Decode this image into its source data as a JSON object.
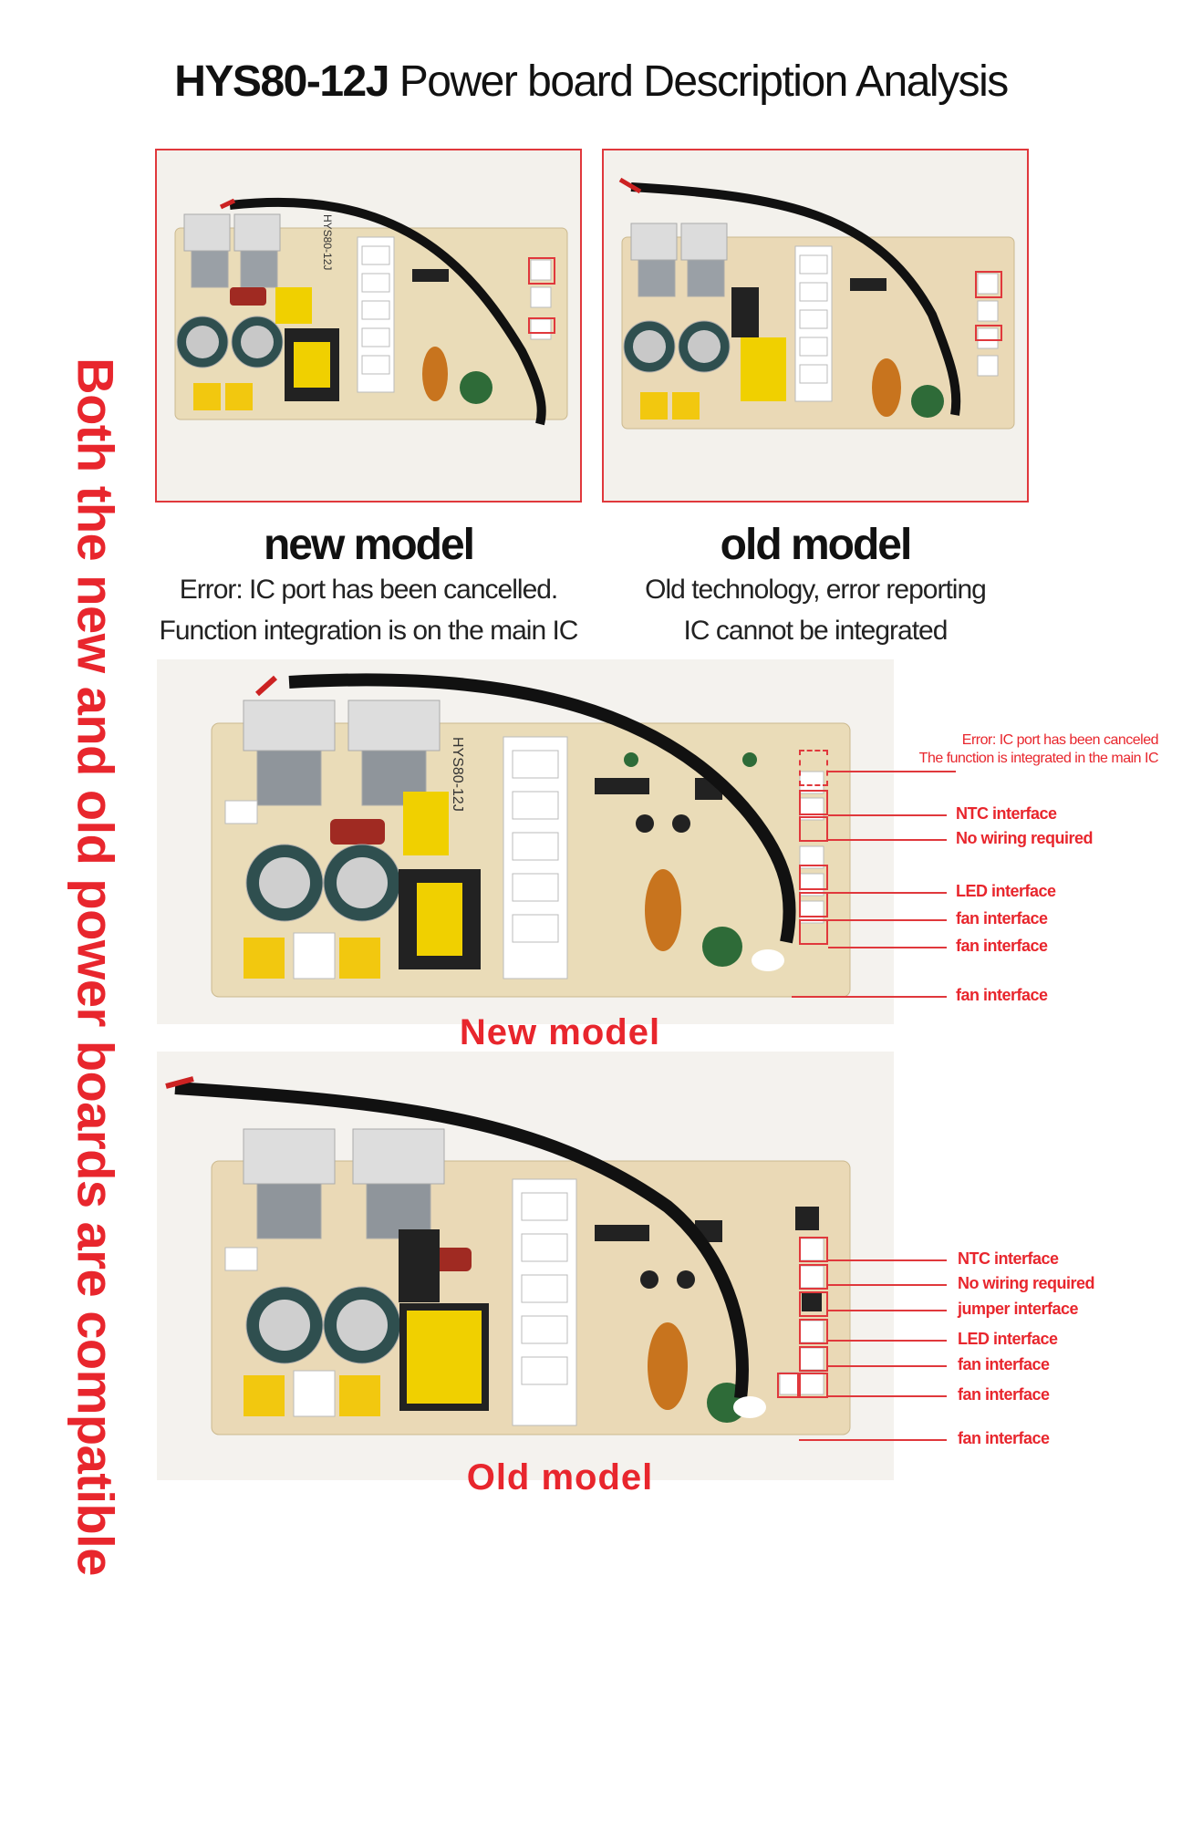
{
  "header": {
    "title_bold": "HYS80-12J",
    "title_rest": " Power board Description Analysis"
  },
  "side_banner": "Both the new and old power boards are compatible",
  "comparison": {
    "new": {
      "heading": "new model",
      "line1": "Error: IC port has been cancelled.",
      "line2": "Function integration is on the main IC"
    },
    "old": {
      "heading": "old model",
      "line1": "Old technology, error reporting",
      "line2": "IC cannot be integrated"
    }
  },
  "board_marking": "HYS80-12J",
  "new_detail": {
    "label": "New model",
    "note_line1": "Error: IC port has been canceled",
    "note_line2": "The function is integrated in the main IC",
    "interfaces": [
      "NTC interface",
      "No wiring required",
      "LED interface",
      "fan interface",
      "fan interface",
      "fan interface"
    ]
  },
  "old_detail": {
    "label": "Old model",
    "interfaces": [
      "NTC interface",
      "No wiring required",
      "jumper interface",
      "LED interface",
      "fan interface",
      "fan interface",
      "fan interface"
    ]
  },
  "colors": {
    "accent_red": "#e8262d",
    "board": "#eadcb8",
    "heatsink": "#d9d9d9"
  }
}
